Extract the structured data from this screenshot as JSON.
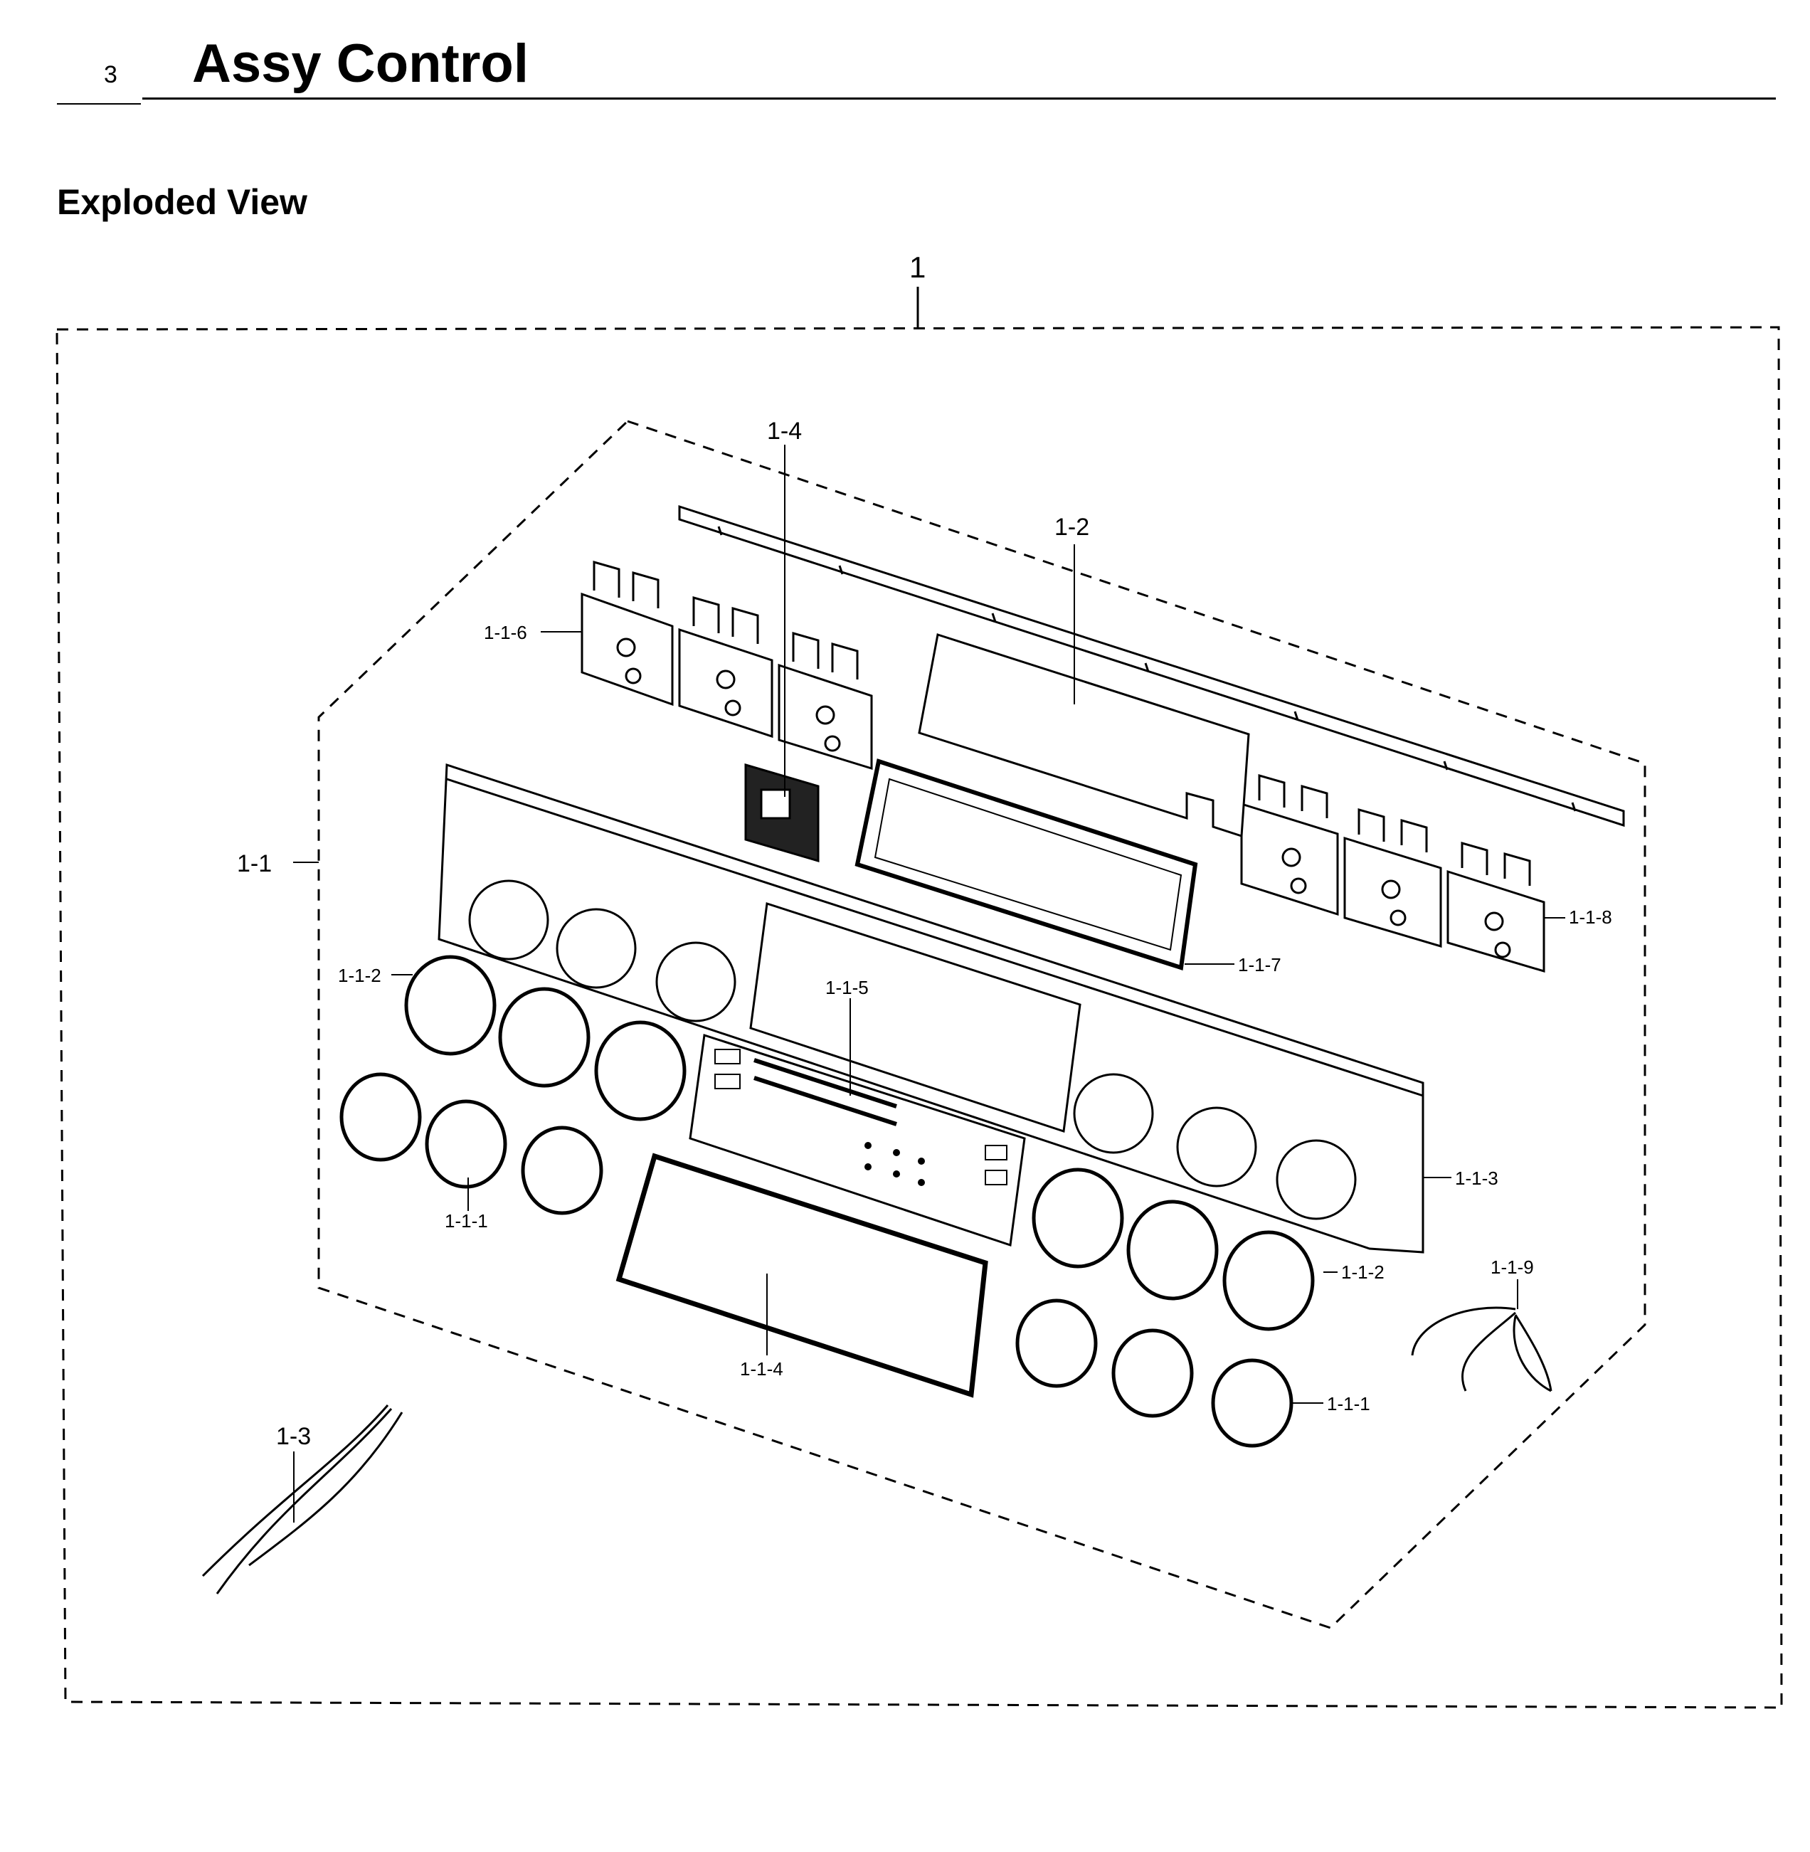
{
  "header": {
    "section_number": "3",
    "title": "Assy Control"
  },
  "subtitle": "Exploded View",
  "callouts": {
    "c_1": "1",
    "c_1_1": "1-1",
    "c_1_2": "1-2",
    "c_1_3": "1-3",
    "c_1_4": "1-4",
    "c_1_1_1_left": "1-1-1",
    "c_1_1_1_right": "1-1-1",
    "c_1_1_2_left": "1-1-2",
    "c_1_1_2_right": "1-1-2",
    "c_1_1_3": "1-1-3",
    "c_1_1_4": "1-1-4",
    "c_1_1_5": "1-1-5",
    "c_1_1_6": "1-1-6",
    "c_1_1_7": "1-1-7",
    "c_1_1_8": "1-1-8",
    "c_1_1_9": "1-1-9"
  }
}
